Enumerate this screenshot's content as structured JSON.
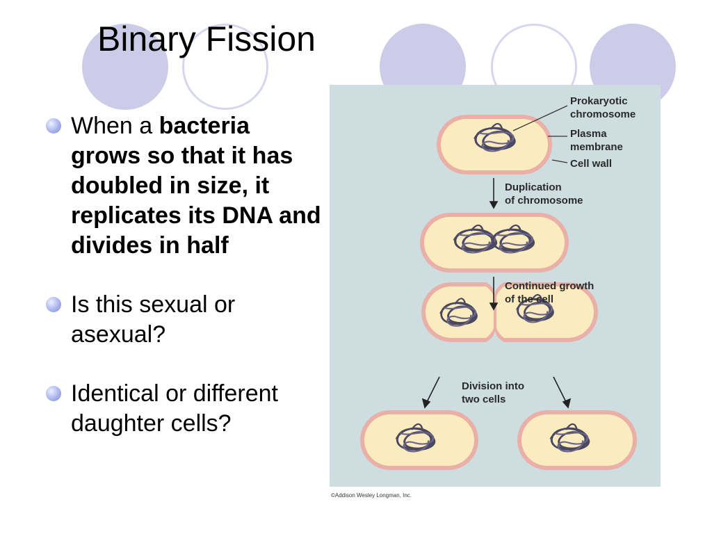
{
  "slide": {
    "title": "Binary Fission",
    "bullets": [
      {
        "plain": "When a ",
        "bold": "bacteria grows so that it has doubled in size, it replicates its DNA and divides in half"
      },
      {
        "plain": "Is this sexual or asexual?",
        "bold": ""
      },
      {
        "plain": "Identical or different daughter cells?",
        "bold": ""
      }
    ]
  },
  "figure": {
    "labels": {
      "chromosome_1": "Prokaryotic",
      "chromosome_2": "chromosome",
      "membrane_1": "Plasma",
      "membrane_2": "membrane",
      "wall": "Cell wall",
      "step1_1": "Duplication",
      "step1_2": "of chromosome",
      "step2_1": "Continued growth",
      "step2_2": "of the cell",
      "step3_1": "Division into",
      "step3_2": "two cells"
    },
    "credit": "©Addison Wesley Longman, Inc.",
    "colors": {
      "background": "#cddde0",
      "cytoplasm": "#fbecc0",
      "cell_wall": "#eab0a8",
      "dna": "#4a4760"
    }
  }
}
